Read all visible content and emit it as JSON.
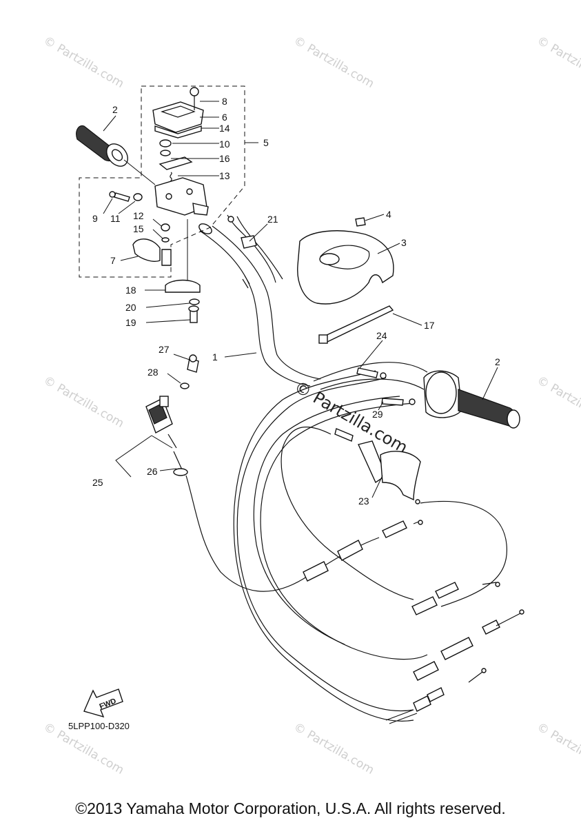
{
  "watermark": "© Partzilla.com",
  "center_watermark": "© Partzilla.com",
  "fwd_label": "FWD",
  "drawing_code": "5LPP100-D320",
  "copyright": "©2013 Yamaha Motor Corporation, U.S.A. All rights reserved.",
  "callouts": {
    "c1": "1",
    "c2a": "2",
    "c2b": "2",
    "c3": "3",
    "c4": "4",
    "c5": "5",
    "c6": "6",
    "c7": "7",
    "c8": "8",
    "c9": "9",
    "c10": "10",
    "c11": "11",
    "c12": "12",
    "c13": "13",
    "c14": "14",
    "c15": "15",
    "c16": "16",
    "c17": "17",
    "c18": "18",
    "c19": "19",
    "c20": "20",
    "c21": "21",
    "c23": "23",
    "c24": "24",
    "c25": "25",
    "c26": "26",
    "c27": "27",
    "c28": "28",
    "c29": "29"
  }
}
